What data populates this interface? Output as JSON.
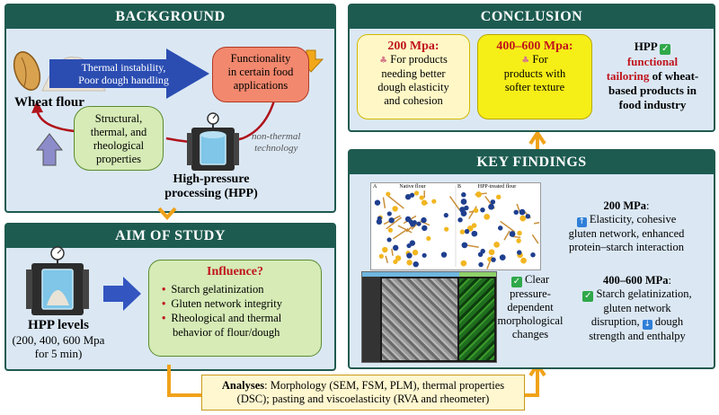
{
  "background": {
    "title": "BACKGROUND",
    "wheat_flour": "Wheat flour",
    "arrow_text": [
      "Thermal instability,",
      "Poor dough handling"
    ],
    "functionality": [
      "Functionality",
      "in certain food",
      "applications"
    ],
    "properties": [
      "Structural,",
      "thermal, and",
      "rheological",
      "properties"
    ],
    "non_thermal": [
      "non-thermal",
      "technology"
    ],
    "hpp": [
      "High-pressure",
      "processing (HPP)"
    ]
  },
  "aim": {
    "title": "AIM OF STUDY",
    "hpp_levels": "HPP levels",
    "levels_detail": [
      "(200, 400, 600 Mpa",
      "for 5 min)"
    ],
    "influence": "Influence?",
    "bullets": [
      "Starch gelatinization",
      "Gluten network integrity",
      "Rheological and thermal",
      "behavior of flour/dough"
    ]
  },
  "analyses": {
    "label": "Analyses",
    "line1": ": Morphology (SEM, FSM, PLM), thermal properties",
    "line2": "(DSC); pasting and viscoelasticity (RVA and rheometer)"
  },
  "conclusion": {
    "title": "CONCLUSION",
    "box1_title": "200 Mpa:",
    "box1_text": [
      "For products",
      "needing better",
      "dough elasticity",
      "and cohesion"
    ],
    "box2_title": "400–600 Mpa:",
    "box2_text": [
      "For",
      "products with",
      "softer texture"
    ],
    "hpp": "HPP",
    "functional": "functional",
    "tailoring": "tailoring",
    "rest": [
      "of wheat-",
      "based products in",
      "food industry"
    ]
  },
  "findings": {
    "title": "KEY FINDINGS",
    "native_label": "Native flour",
    "hpp_label": "HPP-treated flour",
    "panel_a": "A",
    "panel_b": "B",
    "f200_title": "200 MPa",
    "f200_text": [
      "Elasticity, cohesive",
      "gluten network, enhanced",
      "protein–starch interaction"
    ],
    "clear": [
      "Clear",
      "pressure-",
      "dependent",
      "morphological",
      "changes"
    ],
    "f400_title": "400–600 MPa",
    "f400_text": [
      "Starch gelatinization,",
      "gluten network",
      "disruption,",
      "dough",
      "strength and enthalpy"
    ]
  }
}
